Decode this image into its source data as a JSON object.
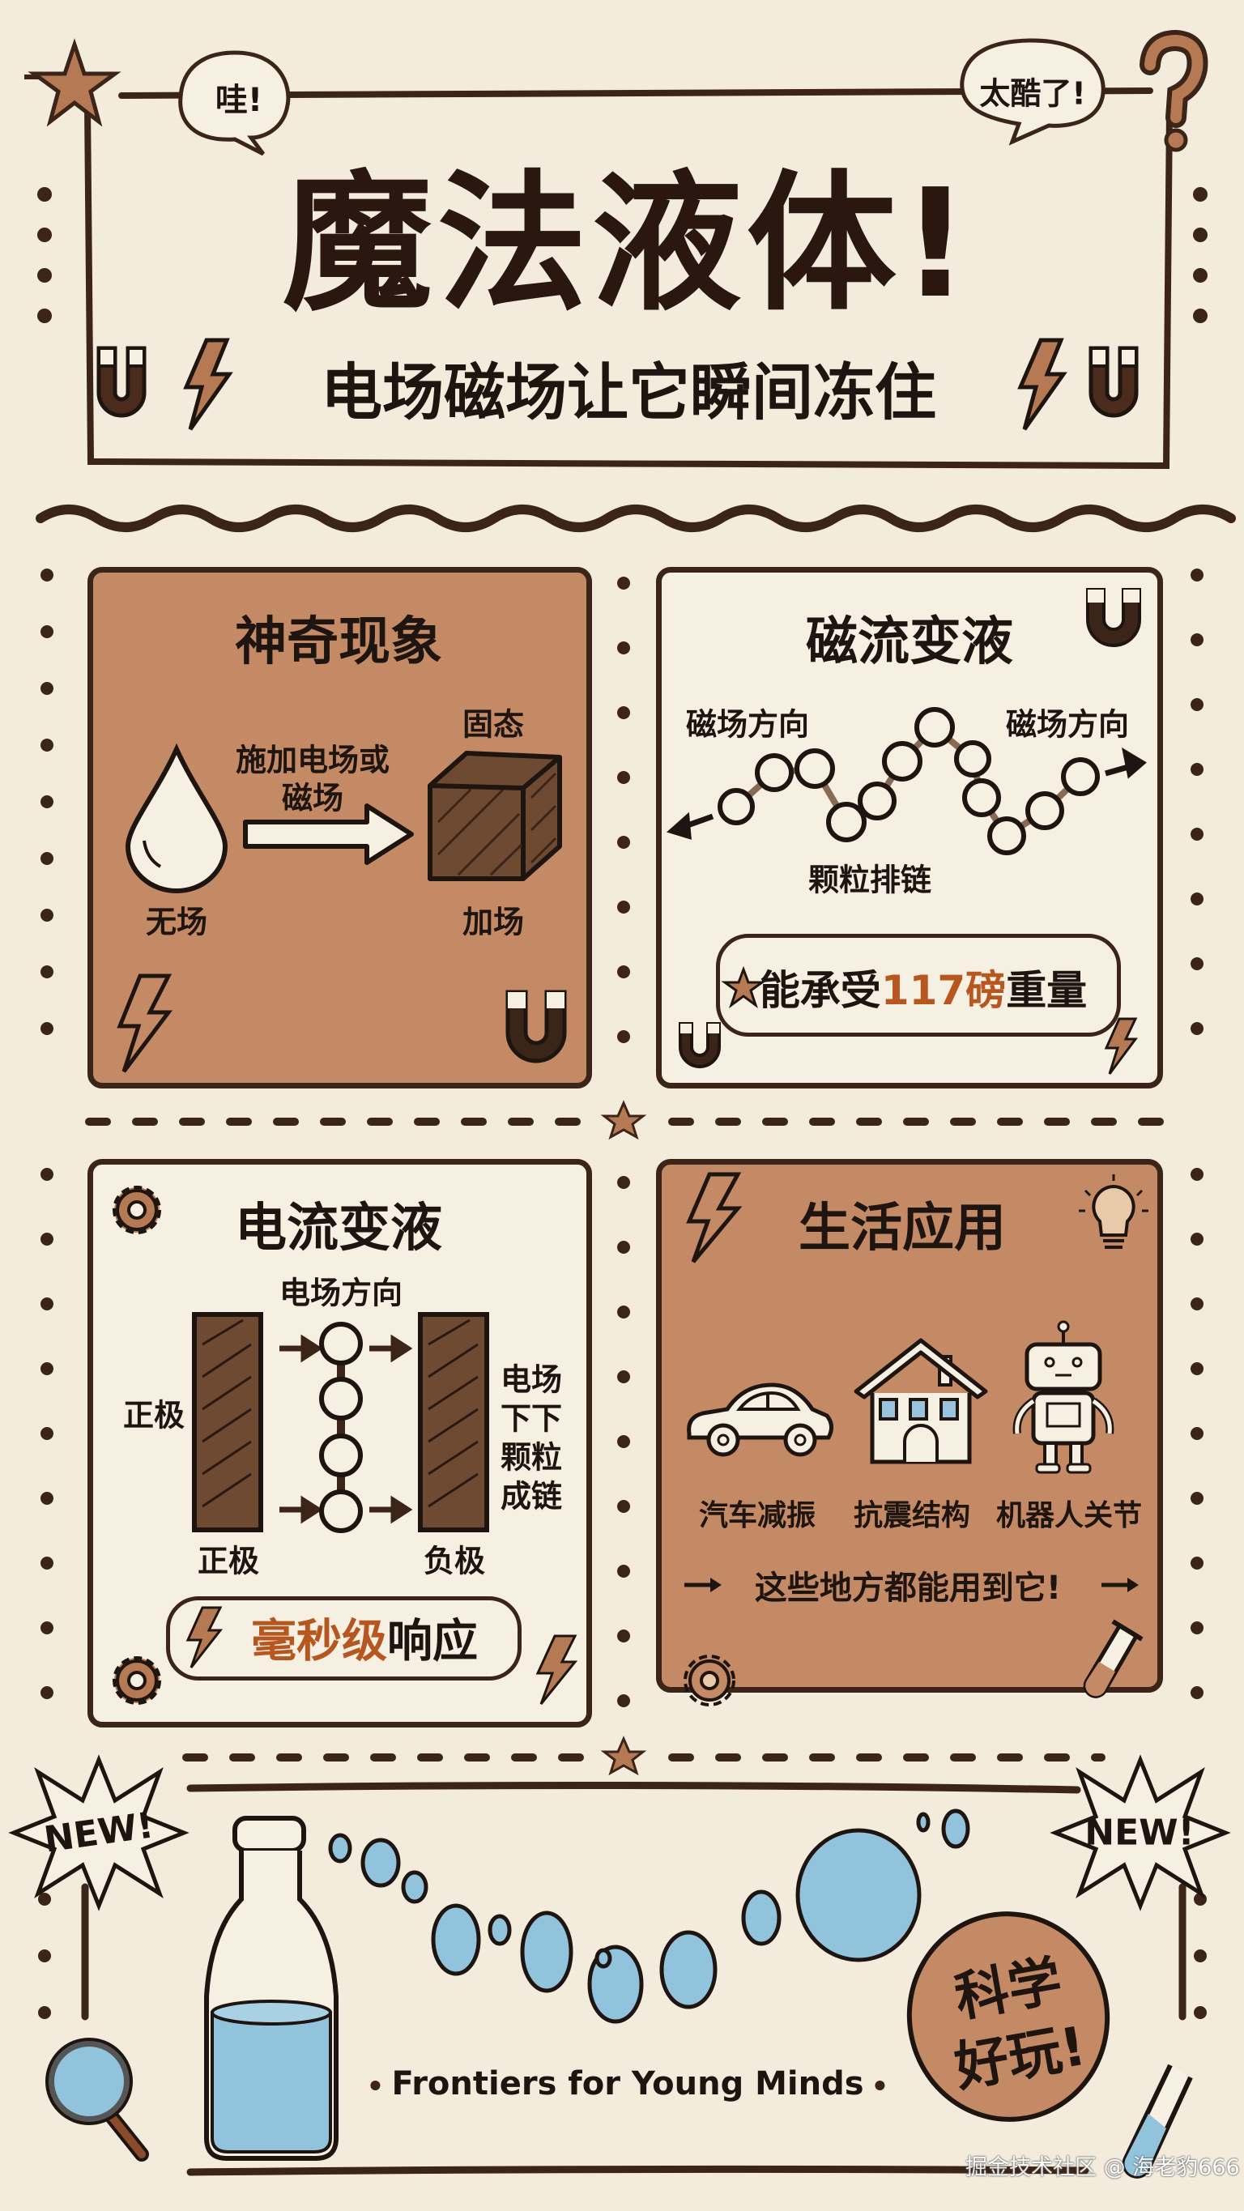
{
  "header": {
    "bubble_left": "哇!",
    "bubble_right": "太酷了!",
    "title": "魔法液体!",
    "subtitle": "电场磁场让它瞬间冻住"
  },
  "panels": {
    "phenomenon": {
      "title": "神奇现象",
      "arrow_label_1": "施加电场或",
      "arrow_label_2": "磁场",
      "solid_label": "固态",
      "no_field_label": "无场",
      "with_field_label": "加场"
    },
    "mr_fluid": {
      "title": "磁流变液",
      "field_dir_left": "磁场方向",
      "field_dir_right": "磁场方向",
      "chain_label": "颗粒排链",
      "capacity_prefix": "能承受",
      "capacity_value": "117磅",
      "capacity_suffix": "重量"
    },
    "er_fluid": {
      "title": "电流变液",
      "field_dir": "电场方向",
      "positive_side": "正极",
      "positive_bottom": "正极",
      "negative_bottom": "负极",
      "side_note": [
        "电场",
        "下下",
        "颗粒",
        "成链"
      ],
      "response_highlight": "毫秒级",
      "response_suffix": "响应"
    },
    "applications": {
      "title": "生活应用",
      "items": [
        {
          "label": "汽车减振",
          "icon": "car-icon"
        },
        {
          "label": "抗震结构",
          "icon": "house-icon"
        },
        {
          "label": "机器人关节",
          "icon": "robot-icon"
        }
      ],
      "footer": "这些地方都能用到它!"
    }
  },
  "footer": {
    "badge_left": "NEW!",
    "badge_right": "NEW!",
    "source": "Frontiers for Young Minds",
    "stamp_line1": "科学",
    "stamp_line2": "好玩!",
    "watermark": "掘金技术社区 @ 海老豹666"
  },
  "colors": {
    "background": "#f3ecdd",
    "panel_brown": "#c48a66",
    "panel_cream": "#f6f0e3",
    "outline": "#3b2418",
    "highlight": "#b8561f",
    "liquid_blue": "#92c3dc"
  }
}
